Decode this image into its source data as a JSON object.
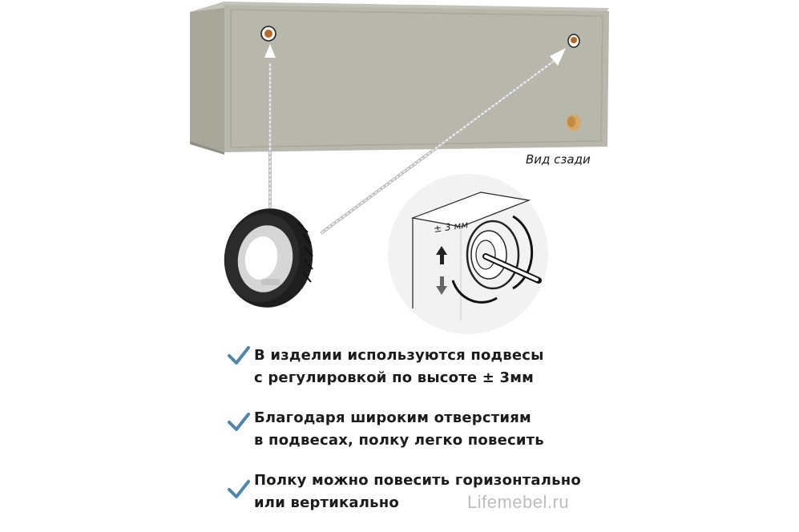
{
  "illustration": {
    "cabinet_color": "#b7b6aa",
    "cabinet_side_color": "#a6a598",
    "hole_color": "#c89a5a",
    "view_caption": "Вид сзади",
    "adjustment_label": "± 3 мм"
  },
  "features": {
    "check_color": "#4f86ad",
    "items": [
      {
        "line1": "В изделии используются подвесы",
        "line2": "с регулировкой по высоте ± 3мм"
      },
      {
        "line1": "Благодаря широким отверстиям",
        "line2": "в подвесах, полку легко повесить"
      },
      {
        "line1": "Полку можно повесить горизонтально",
        "line2": "или вертикально"
      }
    ]
  },
  "watermark": "Lifemebel.ru"
}
